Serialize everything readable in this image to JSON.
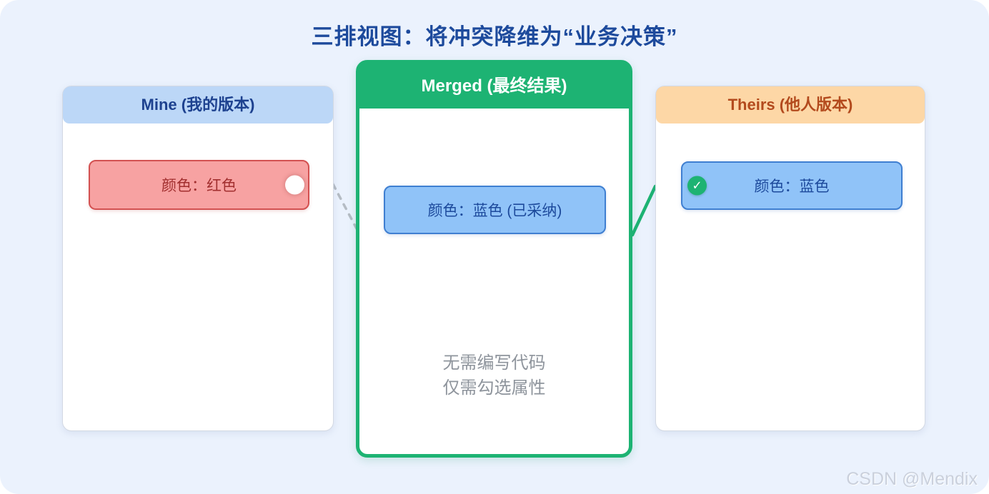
{
  "title": "三排视图：将冲突降维为“业务决策”",
  "panels": {
    "mine": {
      "header": "Mine (我的版本)",
      "box_label": "颜色：红色"
    },
    "merged": {
      "header": "Merged (最终结果)",
      "box_label": "颜色：蓝色 (已采纳)",
      "note_line1": "无需编写代码",
      "note_line2": "仅需勾选属性"
    },
    "theirs": {
      "header": "Theirs (他人版本)",
      "box_label": "颜色：蓝色"
    }
  },
  "icons": {
    "check_icon": "✓",
    "radio_unselected_icon": "radio-unselected",
    "mine_to_merged_connector": "dashed-line",
    "theirs_to_merged_connector": "solid-green-line"
  },
  "watermark": "CSDN @Mendix",
  "colors": {
    "background": "#ebf2fd",
    "title_text": "#1d4a9c",
    "mine_header_bg": "#bcd7f7",
    "mine_header_text": "#1d418f",
    "merged_green": "#1db373",
    "theirs_header_bg": "#fdd7a6",
    "theirs_header_text": "#b34a1d",
    "red_box_bg": "#f7a2a2",
    "red_box_border": "#d35151",
    "red_box_text": "#a22f2f",
    "blue_box_bg": "#90c3f8",
    "blue_box_border": "#3f7fd1",
    "blue_box_text": "#1d4a9c",
    "note_text": "#8e949c",
    "dashed_connector": "#b5bcc4",
    "watermark_text": "#cad0dc"
  }
}
